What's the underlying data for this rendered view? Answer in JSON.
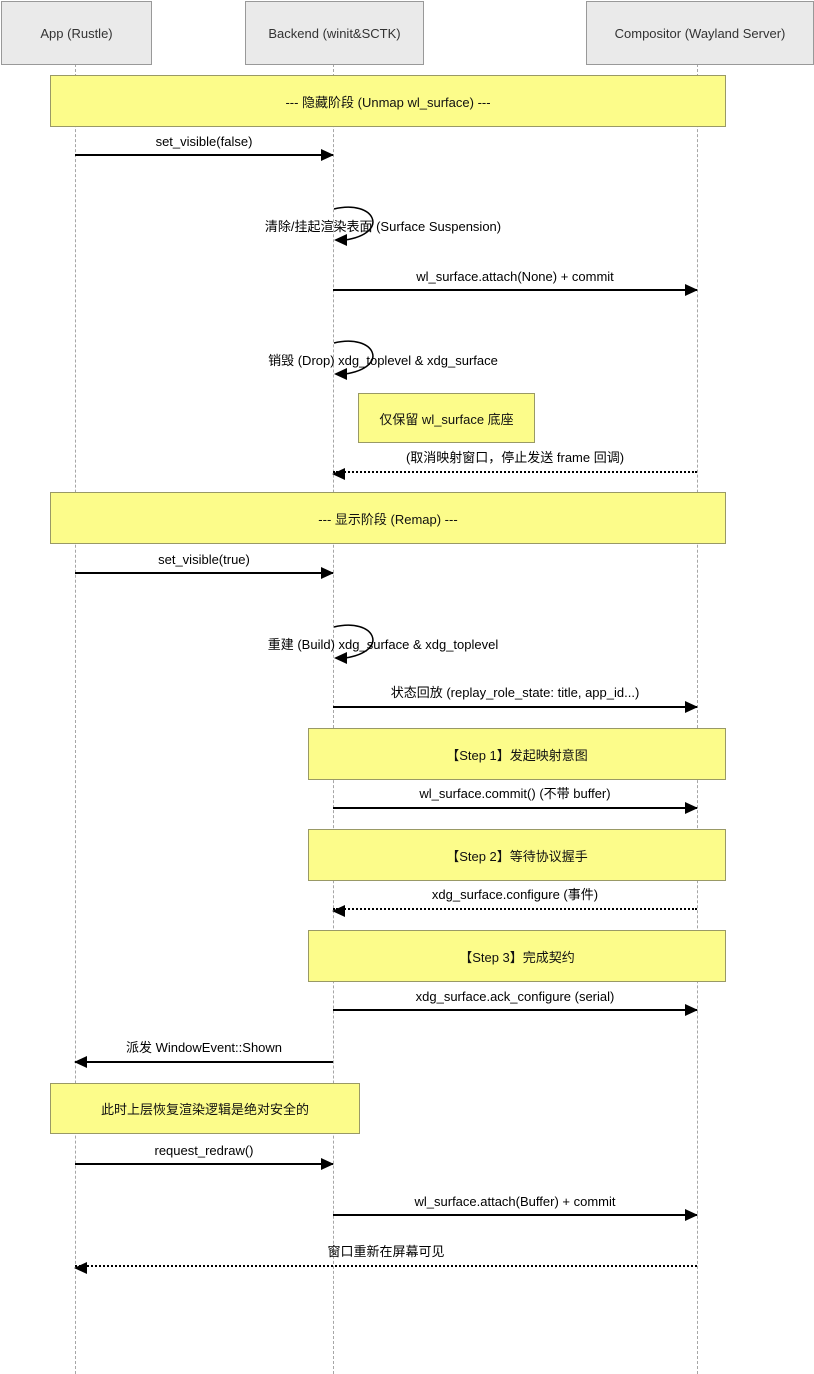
{
  "diagram": {
    "type": "sequence",
    "participants": [
      {
        "id": "app",
        "label": "App (Rustle)"
      },
      {
        "id": "backend",
        "label": "Backend (winit&SCTK)"
      },
      {
        "id": "compositor",
        "label": "Compositor (Wayland Server)"
      }
    ],
    "phases": [
      {
        "label": "--- 隐藏阶段 (Unmap wl_surface) ---"
      },
      {
        "label": "--- 显示阶段 (Remap) ---"
      }
    ],
    "steps": [
      {
        "label": "【Step 1】发起映射意图"
      },
      {
        "label": "【Step 2】等待协议握手"
      },
      {
        "label": "【Step 3】完成契约"
      }
    ],
    "notes": [
      {
        "label": "仅保留 wl_surface 底座"
      },
      {
        "label": "此时上层恢复渲染逻辑是绝对安全的"
      }
    ],
    "messages": [
      {
        "from": "App",
        "to": "Backend",
        "style": "solid",
        "label": "set_visible(false)"
      },
      {
        "from": "Backend",
        "to": "Compositor",
        "style": "solid",
        "label": "wl_surface.attach(None) + commit"
      },
      {
        "from": "Compositor",
        "to": "Backend",
        "style": "dotted",
        "label": "(取消映射窗口，停止发送 frame 回调)"
      },
      {
        "from": "App",
        "to": "Backend",
        "style": "solid",
        "label": "set_visible(true)"
      },
      {
        "from": "Backend",
        "to": "Compositor",
        "style": "solid",
        "label": "状态回放 (replay_role_state: title, app_id...)"
      },
      {
        "from": "Backend",
        "to": "Compositor",
        "style": "solid",
        "label": "wl_surface.commit() (不带 buffer)"
      },
      {
        "from": "Compositor",
        "to": "Backend",
        "style": "dotted",
        "label": "xdg_surface.configure (事件)"
      },
      {
        "from": "Backend",
        "to": "Compositor",
        "style": "solid",
        "label": "xdg_surface.ack_configure (serial)"
      },
      {
        "from": "Backend",
        "to": "App",
        "style": "solid",
        "label": "派发 WindowEvent::Shown"
      },
      {
        "from": "App",
        "to": "Backend",
        "style": "solid",
        "label": "request_redraw()"
      },
      {
        "from": "Backend",
        "to": "Compositor",
        "style": "solid",
        "label": "wl_surface.attach(Buffer) + commit"
      },
      {
        "from": "Compositor",
        "to": "App",
        "style": "dotted",
        "label": "窗口重新在屏幕可见"
      }
    ],
    "self_messages": [
      {
        "on": "Backend",
        "label": "清除/挂起渲染表面 (Surface Suspension)"
      },
      {
        "on": "Backend",
        "label": "销毁 (Drop) xdg_toplevel & xdg_surface"
      },
      {
        "on": "Backend",
        "label": "重建 (Build) xdg_surface & xdg_toplevel"
      }
    ]
  },
  "colors": {
    "note_fill": "#fcfc8a",
    "note_border": "#999966",
    "participant_fill": "#eaeaea",
    "participant_border": "#999999",
    "lifeline_color": "#a6a6a6",
    "arrow_color": "#000000"
  }
}
